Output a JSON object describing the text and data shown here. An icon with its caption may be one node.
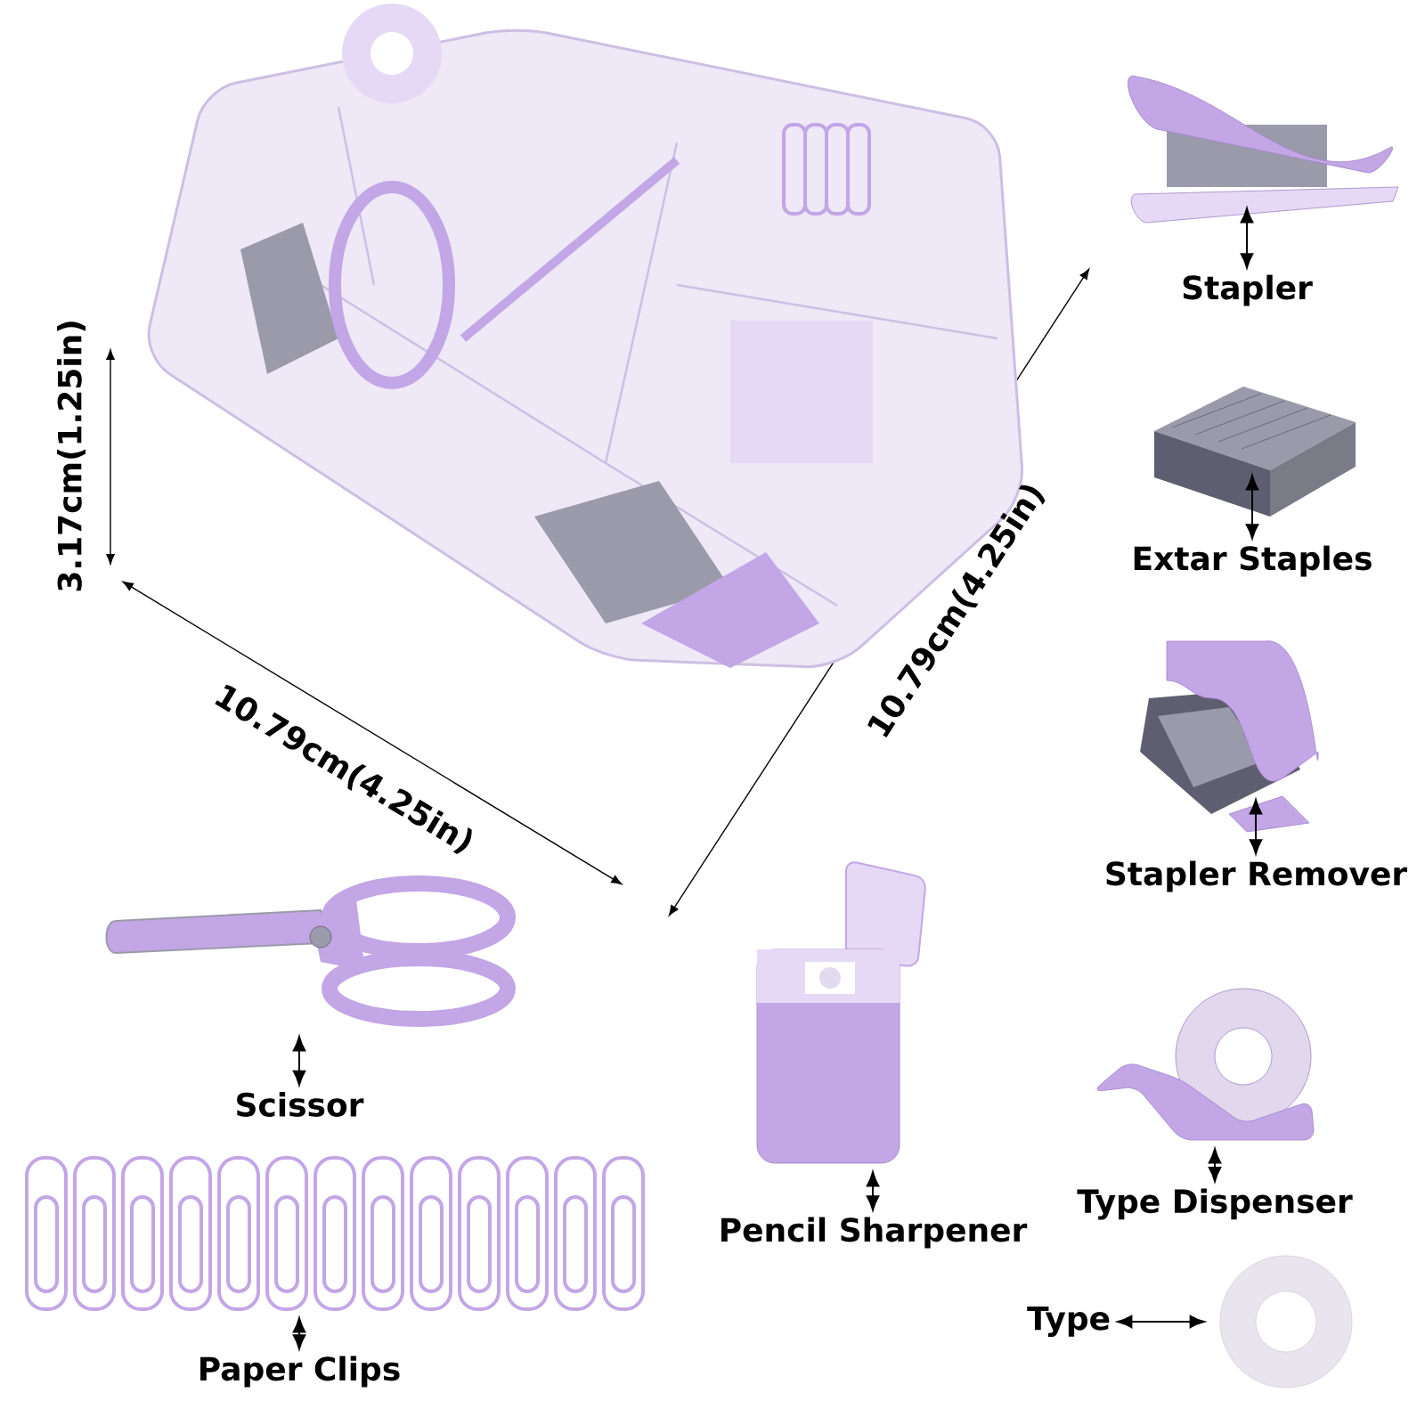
{
  "diagram": {
    "nodes": [
      {
        "text": [],
        "shape": "picture"
      },
      {
        "text": [],
        "shape": "picture"
      },
      {
        "text": [
          "Stapler"
        ]
      },
      {
        "text": [],
        "shape": "picture"
      },
      {
        "text": [
          "Extar Staples"
        ]
      },
      {
        "text": [],
        "shape": "picture"
      },
      {
        "text": [
          "Stapler Remover"
        ]
      },
      {
        "text": [],
        "shape": "picture"
      },
      {
        "text": [
          "Scissor"
        ]
      },
      {
        "text": [],
        "shape": "picture"
      },
      {
        "text": [
          "Pencil Sharpener"
        ]
      },
      {
        "text": [],
        "shape": "picture"
      },
      {
        "text": [
          "Type Dispenser"
        ]
      },
      {
        "text": [],
        "shape": "picture"
      },
      {
        "text": [
          "Paper Clips"
        ]
      },
      {
        "text": [],
        "shape": "picture"
      },
      {
        "text": [
          "Type"
        ]
      }
    ],
    "edges": [
      {
        "from": 2,
        "to": 1,
        "arrow": "both"
      },
      {
        "from": 4,
        "to": 3,
        "arrow": "both"
      },
      {
        "from": 6,
        "to": 5,
        "arrow": "both"
      },
      {
        "from": 8,
        "to": 7,
        "arrow": "both"
      },
      {
        "from": 10,
        "to": 9,
        "arrow": "both"
      },
      {
        "from": 12,
        "to": 11,
        "arrow": "both"
      },
      {
        "from": 14,
        "to": 13,
        "arrow": "both"
      },
      {
        "from": 16,
        "to": 15,
        "arrow": "both"
      }
    ],
    "labels": [
      "3.17cm(1.25in)",
      "10.79cm(4.25in)",
      "10.79cm(4.25in)"
    ]
  }
}
